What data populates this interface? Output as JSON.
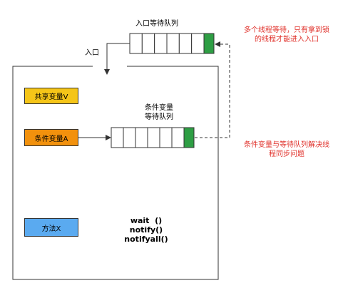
{
  "entry_queue": {
    "label": "入口等待队列",
    "slots": 6,
    "highlight_color": "#2e9e44"
  },
  "entry_label": "入口",
  "cond_queue": {
    "label_line1": "条件变量",
    "label_line2": "等待队列",
    "slots": 6,
    "highlight_color": "#2e9e44"
  },
  "boxes": {
    "shared": {
      "label": "共享变量V",
      "color": "#f5c518"
    },
    "condition": {
      "label": "条件变量A",
      "color": "#f2910d"
    },
    "method": {
      "label": "方法X",
      "color": "#5aaaf0"
    }
  },
  "methods": [
    "wait  ()",
    "notify()",
    "notifyall()"
  ],
  "notes": {
    "top": [
      "多个线程等待，只有拿到锁",
      "的线程才能进入入口"
    ],
    "bottom": [
      "条件变量与等待队列解决线",
      "程同步问题"
    ]
  },
  "accent_color": "#e0302a"
}
